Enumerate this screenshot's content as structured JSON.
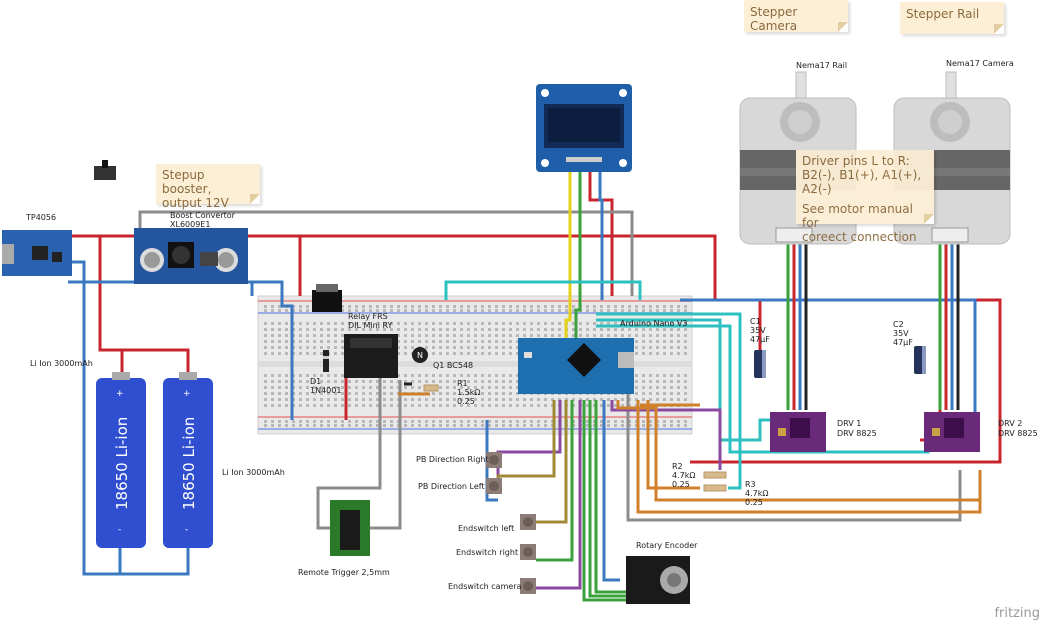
{
  "notes": {
    "stepper_camera": "Stepper Camera",
    "stepper_rail": "Stepper Rail",
    "stepup_line1": "Stepup booster,",
    "stepup_line2": "output 12V",
    "driver_line1": "Driver pins L to R:",
    "driver_line2": "B2(-), B1(+), A1(+), A2(-)",
    "driver_line3": "See motor manual for",
    "driver_line4": "coreect connection"
  },
  "labels": {
    "tp4056": "TP4056",
    "boost1": "Boost Convertor",
    "boost2": "XL6009E1",
    "nema_rail": "Nema17 Rail",
    "nema_camera": "Nema17 Camera",
    "relay1": "Relay FRS",
    "relay2": "DIL Mini RY",
    "arduino": "Arduino Nano V3",
    "q1": "Q1 BC548",
    "d1a": "D1",
    "d1b": "1N4001",
    "r1a": "R1",
    "r1b": "1.5kΩ",
    "r1c": "0.25",
    "c1a": "C1",
    "c1b": "35V",
    "c1c": "47µF",
    "c2a": "C2",
    "c2b": "35V",
    "c2c": "47µF",
    "drv1a": "DRV 1",
    "drv1b": "DRV 8825",
    "drv2a": "DRV 2",
    "drv2b": "DRV 8825",
    "r2a": "R2",
    "r2b": "4.7kΩ",
    "r2c": "0.25",
    "r3a": "R3",
    "r3b": "4.7kΩ",
    "r3c": "0.25",
    "pb_right": "PB Direction Right",
    "pb_left": "PB Direction Left",
    "es_left": "Endswitch left",
    "es_right": "Endswitch right",
    "es_camera": "Endswitch camera",
    "rotary": "Rotary Encoder",
    "remote": "Remote Trigger 2,5mm",
    "liion1": "Li Ion 3000mAh",
    "liion2": "Li Ion 3000mAh",
    "batt_text": "18650 Li-ion",
    "plus": "+",
    "minus": "-",
    "n_mark": "N"
  },
  "watermark": "fritzing"
}
